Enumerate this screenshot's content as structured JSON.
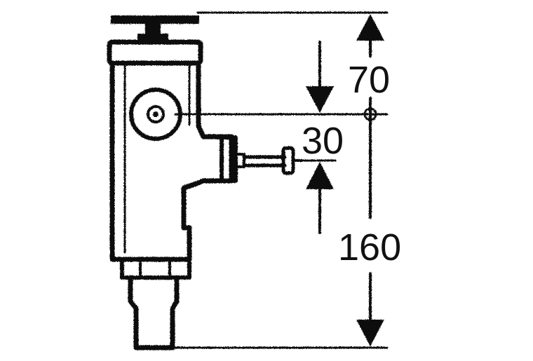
{
  "dimensions": {
    "top_to_axis": "70",
    "stem_height": "30",
    "axis_to_bottom": "160"
  }
}
